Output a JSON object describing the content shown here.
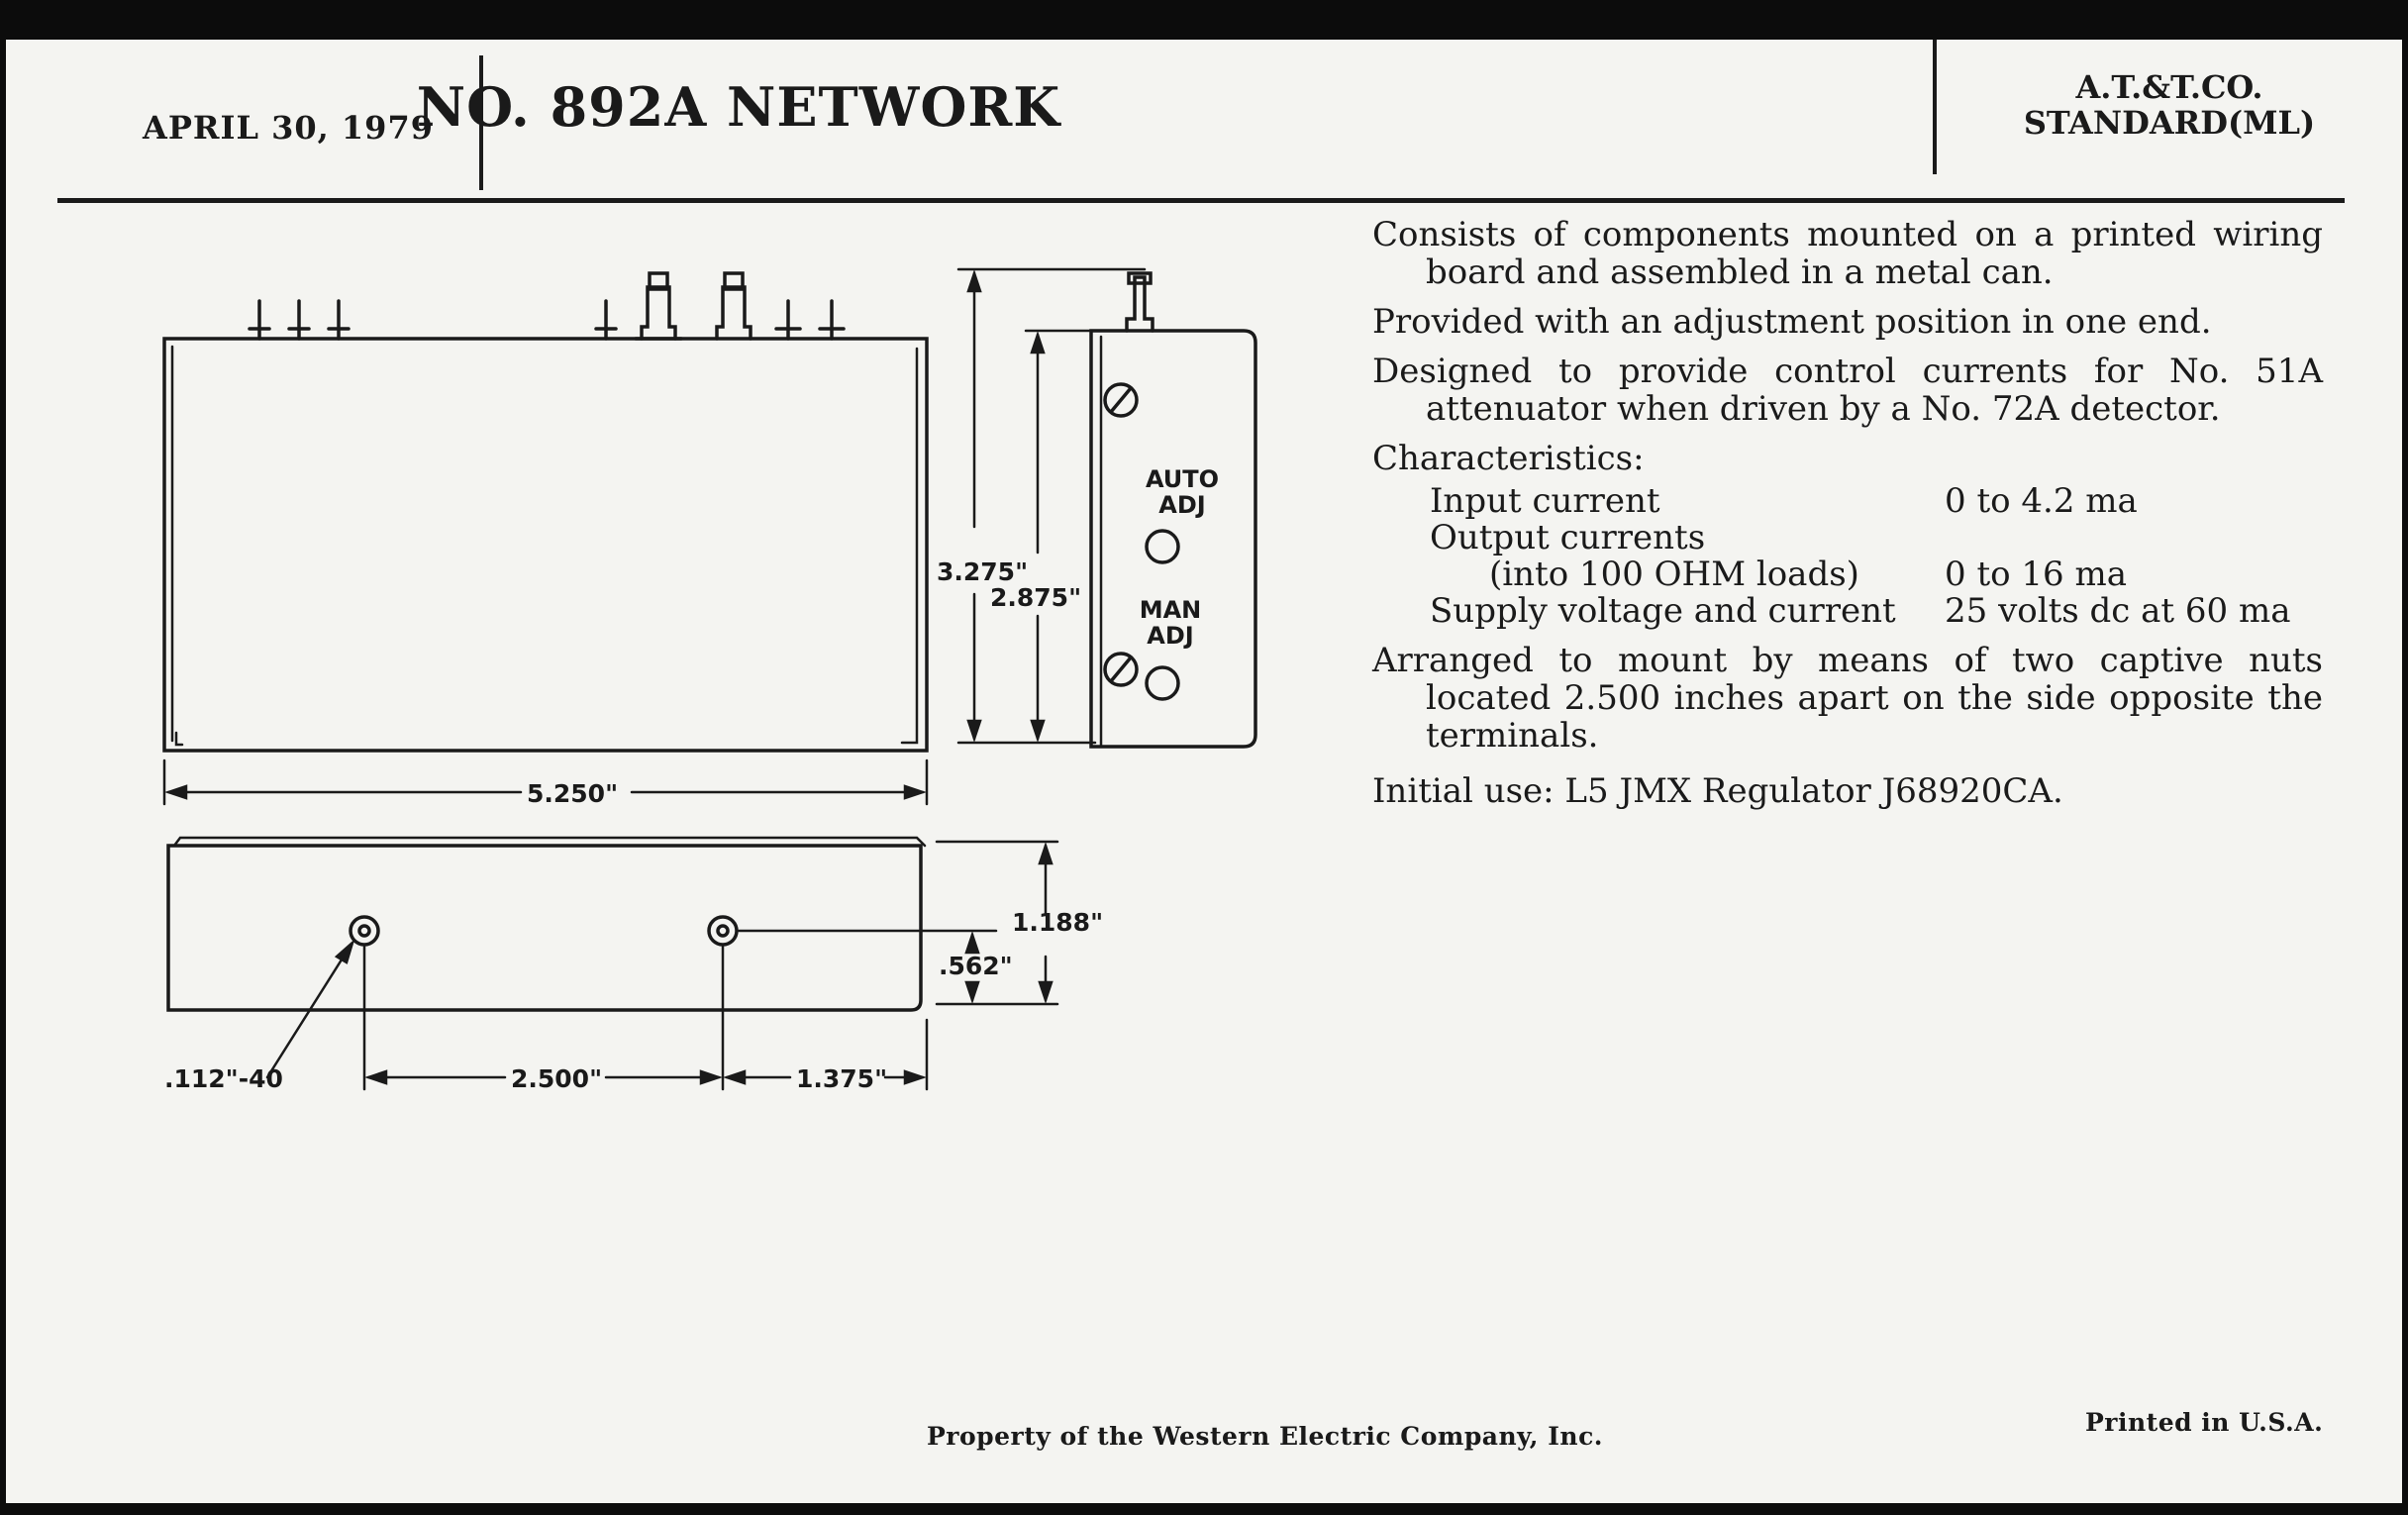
{
  "header": {
    "date": "APRIL 30, 1979",
    "title": "NO. 892A NETWORK",
    "standard_line1": "A.T.&T.CO.",
    "standard_line2": "STANDARD(ML)"
  },
  "description": {
    "p1": "Consists of components mounted on a printed wiring board and assembled in a metal can.",
    "p2": "Provided with an adjustment position in one end.",
    "p3": "Designed to provide control currents for No. 51A attenuator when driven by a No. 72A detector.",
    "characteristics_heading": "Characteristics:",
    "characteristics": [
      {
        "label": "Input current",
        "value": "0 to 4.2 ma"
      },
      {
        "label": "Output currents",
        "value": ""
      },
      {
        "label": "(into 100 OHM loads)",
        "value": "0 to 16 ma"
      },
      {
        "label": "Supply voltage and current",
        "value": "25 volts dc at 60 ma"
      }
    ],
    "p4": "Arranged to mount by means of two captive nuts located 2.500 inches apart on the side opposite the terminals.",
    "initial_use": "Initial use:  L5 JMX Regulator J68920CA."
  },
  "drawing": {
    "dim_width": "5.250\"",
    "dim_height_outer": "3.275\"",
    "dim_height_inner": "2.875\"",
    "label_auto": "AUTO",
    "label_auto_adj": "ADJ",
    "label_man": "MAN",
    "label_man_adj": "ADJ",
    "dim_thread": ".112\"-40",
    "dim_spacing": "2.500\"",
    "dim_end": "1.375\"",
    "dim_nut_height": ".562\"",
    "dim_depth": "1.188\""
  },
  "footer": {
    "property": "Property of the Western Electric Company, Inc.",
    "printed": "Printed in U.S.A."
  }
}
